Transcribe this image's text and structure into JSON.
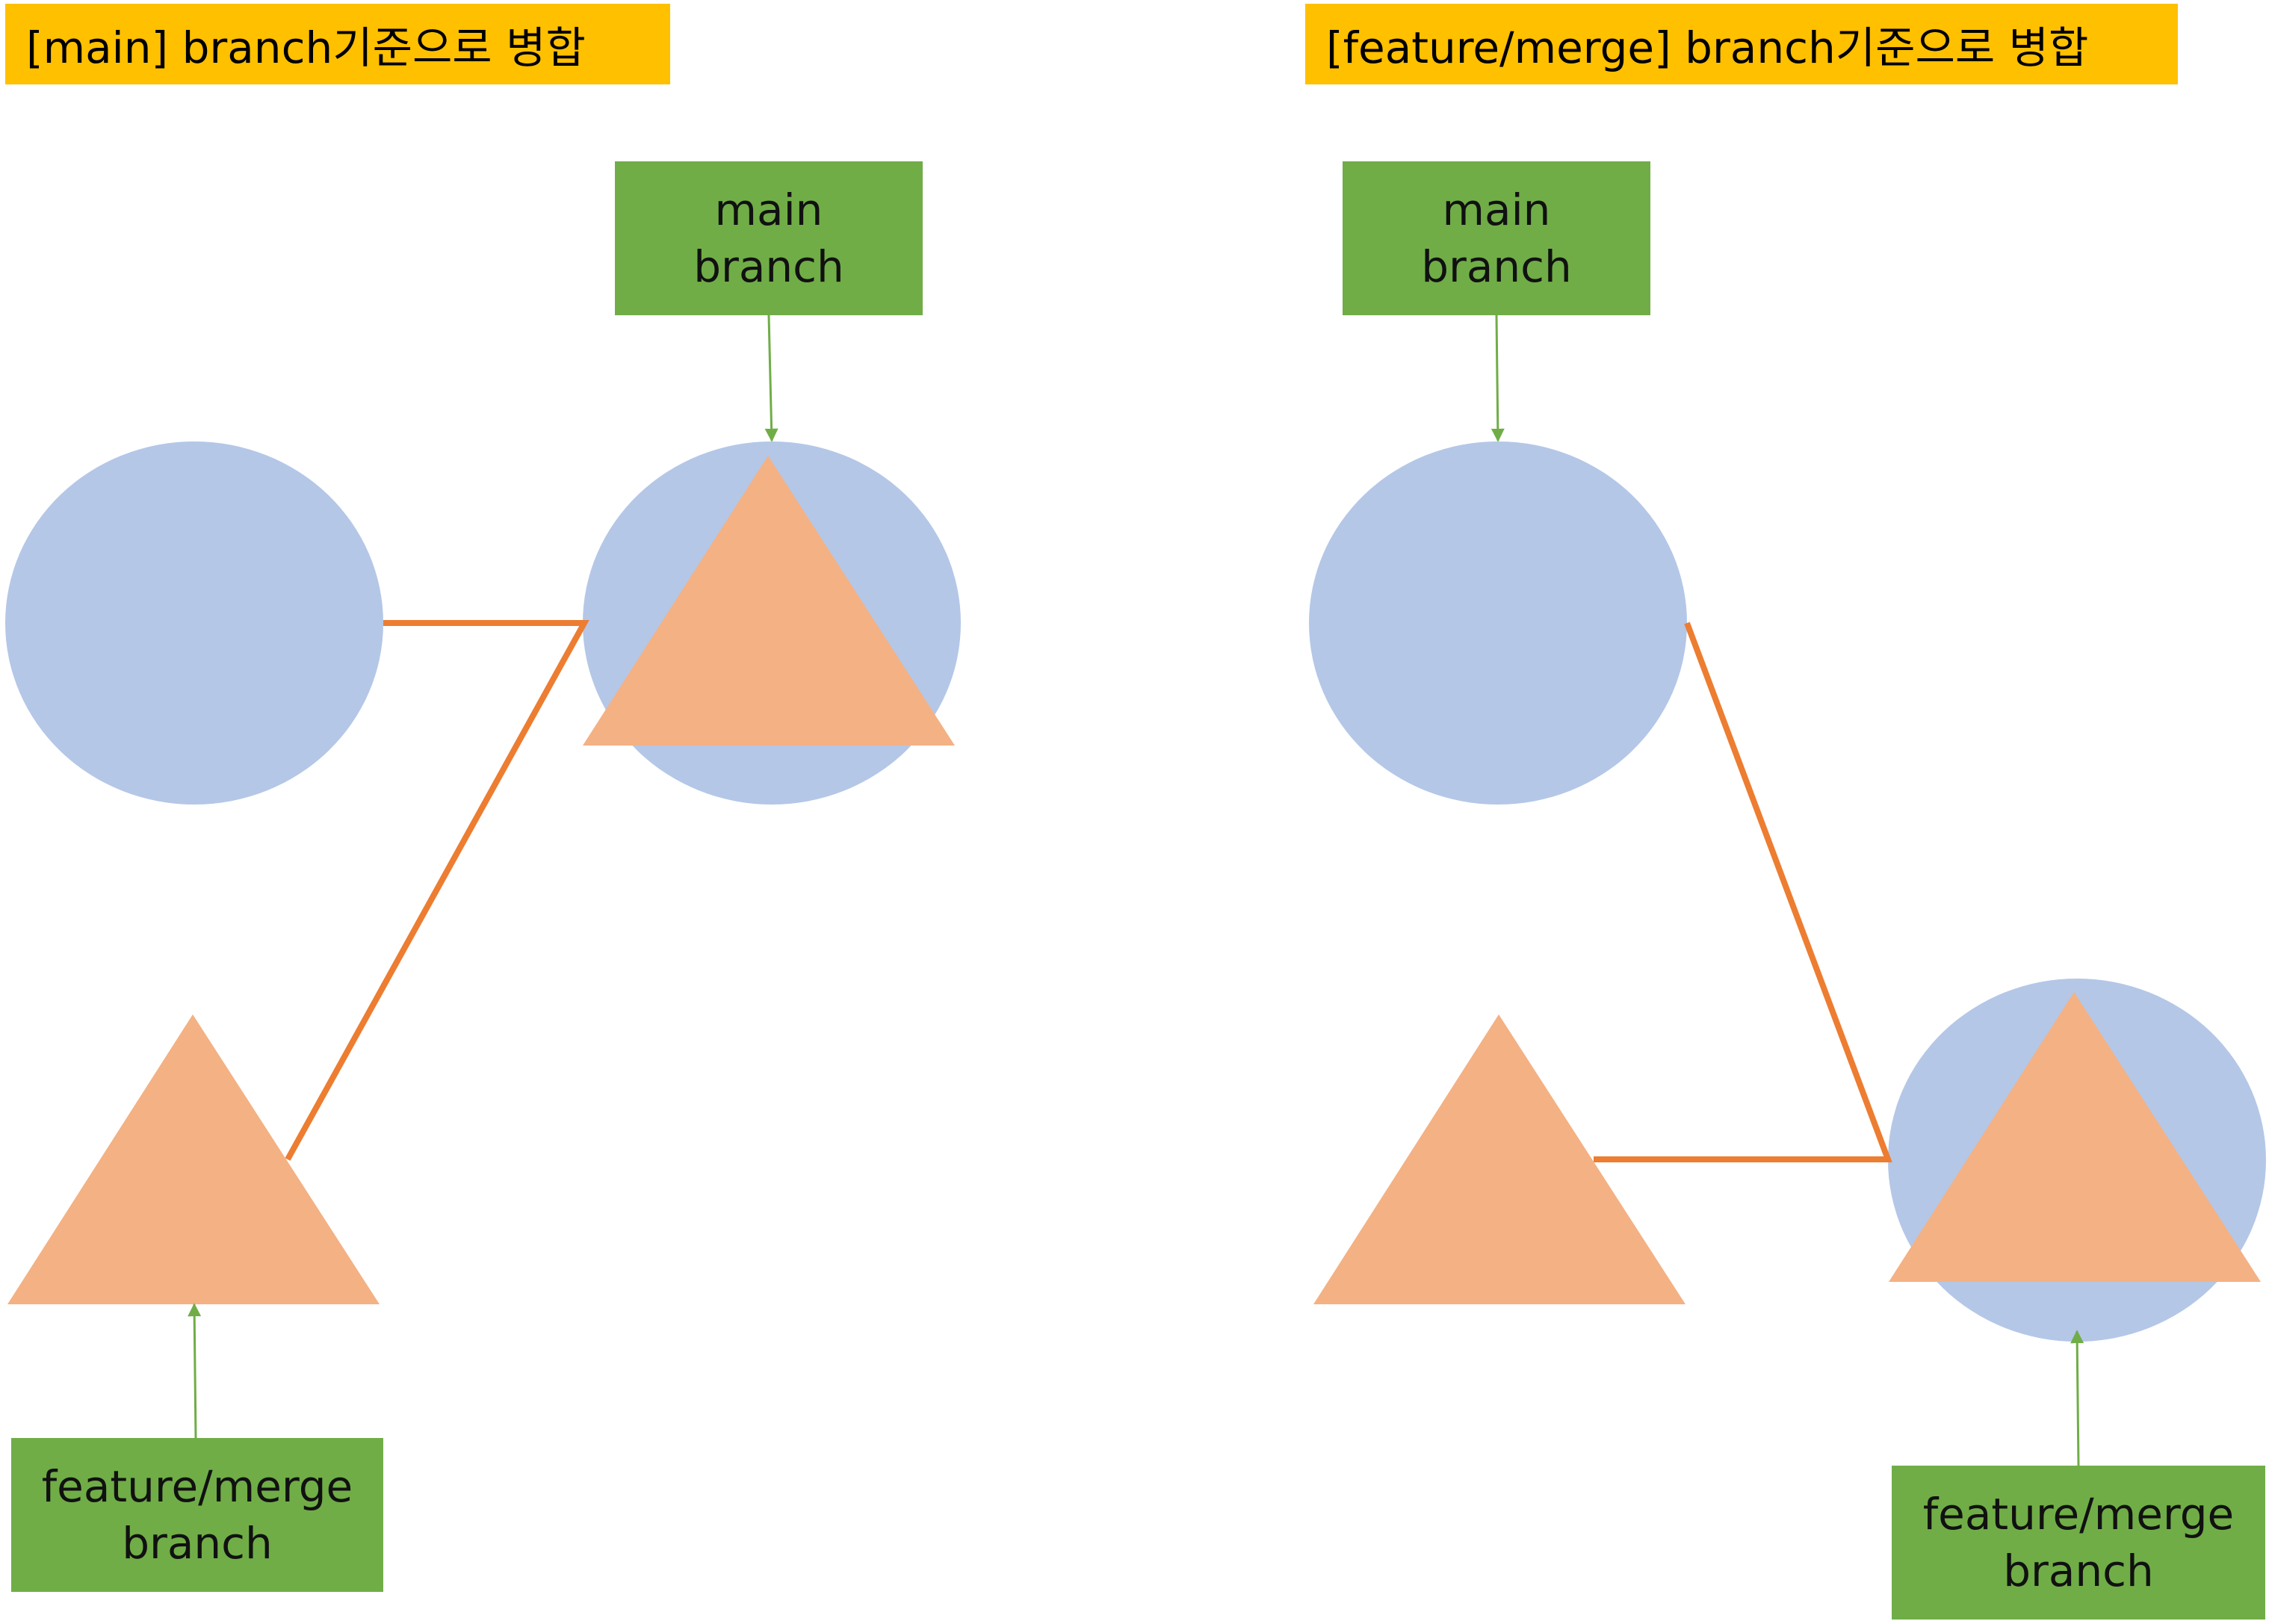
{
  "titles": {
    "left": "[main] branch기준으로 병합",
    "right": "[feature/merge] branch기준으로 병합"
  },
  "labels": {
    "main_line1": "main",
    "main_line2": "branch",
    "feature_line1": "feature/merge",
    "feature_line2": "branch"
  },
  "colors": {
    "header_bg": "#ffc000",
    "label_bg": "#70ad47",
    "circle_fill": "#b4c7e7",
    "triangle_fill": "#f4b183",
    "connector": "#ed7d31",
    "pointer_arrow": "#70ad47"
  }
}
